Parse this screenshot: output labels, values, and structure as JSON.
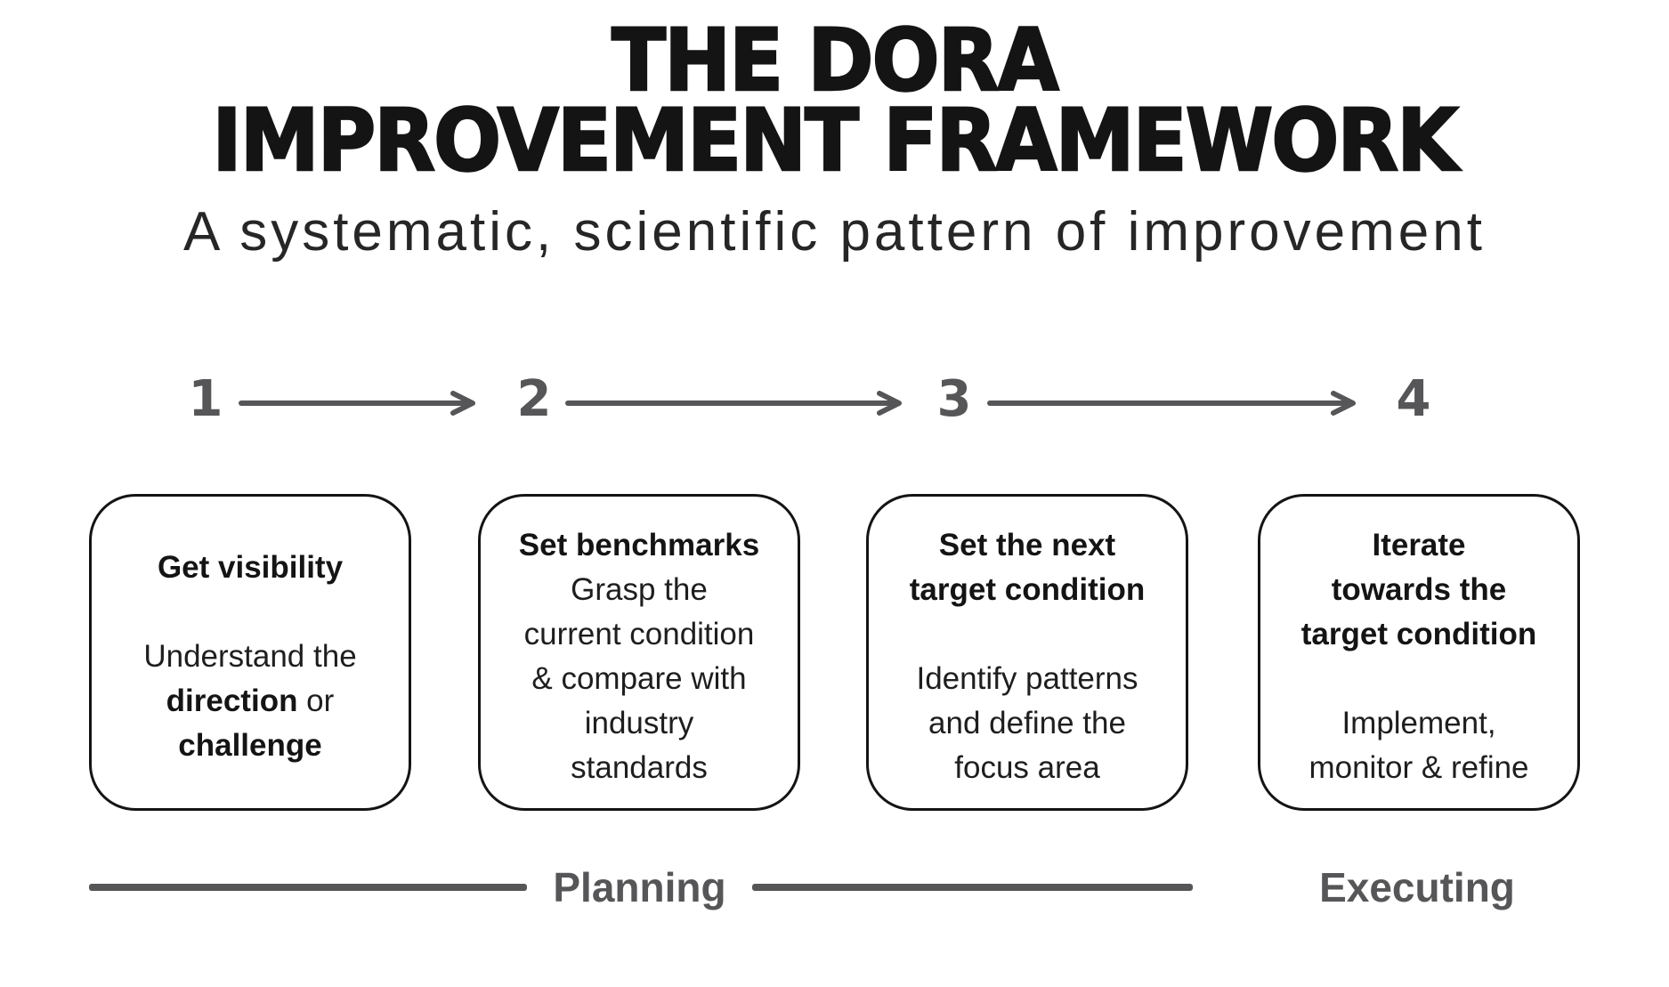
{
  "title": {
    "line1": "THE DORA",
    "line2": "IMPROVEMENT FRAMEWORK"
  },
  "subtitle": "A systematic, scientific pattern of improvement",
  "steps": [
    {
      "number": "1",
      "title": [
        {
          "t": "Get visibility"
        }
      ],
      "gap_after_title": true,
      "body": [
        {
          "t": "Understand the\n"
        },
        {
          "t": "direction",
          "b": true
        },
        {
          "t": " or\n"
        },
        {
          "t": "challenge",
          "b": true
        }
      ]
    },
    {
      "number": "2",
      "title": [
        {
          "t": "Set benchmarks"
        }
      ],
      "gap_after_title": false,
      "body": [
        {
          "t": "Grasp the\ncurrent condition\n& compare with\nindustry\nstandards"
        }
      ]
    },
    {
      "number": "3",
      "title": [
        {
          "t": "Set the next\ntarget condition"
        }
      ],
      "gap_after_title": true,
      "body": [
        {
          "t": "Identify patterns\nand define the\nfocus area"
        }
      ]
    },
    {
      "number": "4",
      "title": [
        {
          "t": "Iterate\ntowards the\ntarget condition"
        }
      ],
      "gap_after_title": true,
      "body": [
        {
          "t": "Implement,\nmonitor & refine"
        }
      ]
    }
  ],
  "phases": {
    "planning": "Planning",
    "executing": "Executing"
  },
  "colors": {
    "accent_gray": "#565658",
    "text_black": "#141414",
    "card_border": "#141414",
    "background": "#ffffff"
  }
}
